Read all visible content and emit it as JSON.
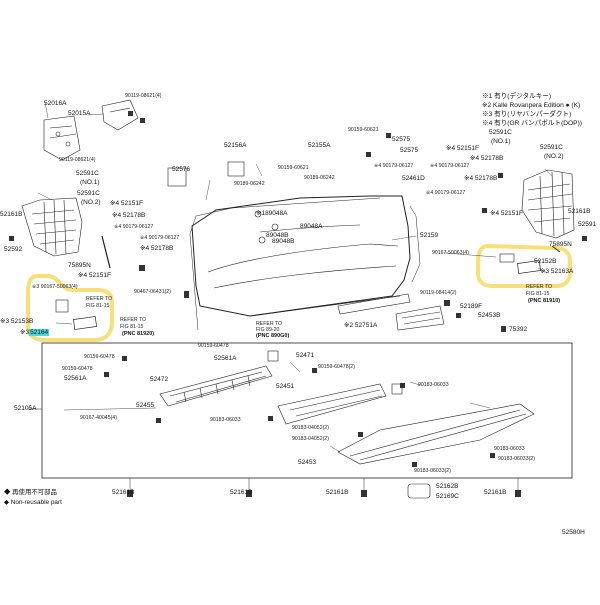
{
  "colors": {
    "callout_highlight": "#f7e07a",
    "label_highlight": "#4fd9d9",
    "line": "#222222"
  },
  "legend": {
    "line1": "※1 有り(デジタルキー)",
    "line2": "※2 Kalle Rovanpera Edition ● (K)",
    "line3": "※3 有り(リヤバンパーダクト)",
    "line4": "※4 有り(GR バンパボルト(DOP))"
  },
  "notes": {
    "non_reusable_jp": "再使用不可部品",
    "non_reusable_en": "Non-reusable part",
    "diagram_code": "52580H"
  },
  "labels": {
    "p52016A": "52016A",
    "p52015A": "52015A",
    "p90119_08621_4": "90119-08621(4)",
    "p90119_08621_4b": "90119-08621(4)",
    "p52591C_no1": "52591C",
    "no1": "(NO.1)",
    "p52591C_no2": "52591C",
    "no2": "(NO.2)",
    "p52161B_l": "52161B",
    "p52592": "52592",
    "p75895N_l": "75895N",
    "p90167_50063_4_l": "90167-50063(4)",
    "s3_l": "※3",
    "p52151F_l": "52151F",
    "s4_52151F_l": "※4",
    "p52153B": "52153B",
    "p52164": "52164",
    "s3_52164": "※3",
    "s3_52153B": "※3",
    "ref_fig_81_15_a": "REFER TO",
    "ref_fig_81_15_a2": "FIG 81-15",
    "ref_fig_81_15_b": "REFER TO",
    "ref_fig_81_15_b2": "FIG 81-15",
    "pnc_81920": "(PNC 81920)",
    "p52576": "52576",
    "p52156A": "52156A",
    "p90159_60621_a": "90159-60621",
    "p90189_06242_a": "90189-06242",
    "p90159_60621_b": "90159-60621",
    "p52575": "52575",
    "p90189_06242_b": "90189-06242",
    "p52461D": "52461D",
    "p90179_06127_a": "90179-06127",
    "s4_a": "※4",
    "p52178B_a": "52178B",
    "s4_b": "※4",
    "p90179_06127_b": "90179-06127",
    "s4_c": "※4",
    "p52178B_b": "52178B",
    "s4_d": "※4",
    "p52151F_c": "52151F",
    "s4_e": "※4",
    "p90179_06127_c": "90179-06127",
    "s4_f": "※4",
    "p52178B_c": "52178B",
    "s4_g": "※4",
    "p89048A": "89048A",
    "s1_a": "※1",
    "p89048A_b": "89048A",
    "p89048B": "89048B",
    "p89048B_b": "89048B",
    "p52159": "52159",
    "p90179_06127_d": "90179-06127",
    "p52178B_d": "52178B",
    "s4_h": "※4",
    "p52151F_d": "52151F",
    "s4_i": "※4",
    "p90467_06431": "90467-06431(2)",
    "p52161B_r": "52161B",
    "p52591_r": "52591",
    "p75895N_r": "75895N",
    "p90167_50063_4_r": "90167-50063(4)",
    "p52152B": "52152B",
    "s3_r1": "※3",
    "p52163A": "52163A",
    "s3_r2": "※3",
    "ref_fig_r": "REFER TO",
    "ref_fig_r2": "FIG 81-15",
    "pnc_81910": "(PNC 81910)",
    "p90119_08414": "90119-08414(2)",
    "p52189F": "52189F",
    "p52453B": "52453B",
    "ref_fig_89": "REFER TO",
    "ref_fig_89b": "FIG 89-20",
    "pnc_890g0": "(PNC 890G0)",
    "p52751A": "52751A",
    "s2_a": "※2",
    "p75392": "75392",
    "p52105A": "52105A",
    "p90159_60478_a": "90159-60478",
    "p90159_60478_b": "90159-60478",
    "p52561A_l": "52561A",
    "p52472": "52472",
    "p90167_40045": "90167-40045(4)",
    "p52455": "52455",
    "p90159_60478_c": "90159-60478",
    "p52561A_c": "52561A",
    "p52471": "52471",
    "p90183_06033_a": "90183-06033",
    "p52451": "52451",
    "p90159_60478_d": "90159-60478(2)",
    "p90183_06033_b": "90183-06033",
    "p90183_04052_a": "90183-04052(2)",
    "p90183_04052_b": "90183-04052(2)",
    "p52453": "52453",
    "p90183_06033_c": "90183-06033",
    "p90183_06033_d": "90183-06033(2)",
    "p90183_06033_e": "90183-06033(2)",
    "p52162B": "52162B",
    "p52169C": "52169C",
    "p52161B_b1": "52161B",
    "p52161B_b2": "52161B",
    "p52161B_b3": "52161B",
    "p52161B_b4": "52161B"
  }
}
